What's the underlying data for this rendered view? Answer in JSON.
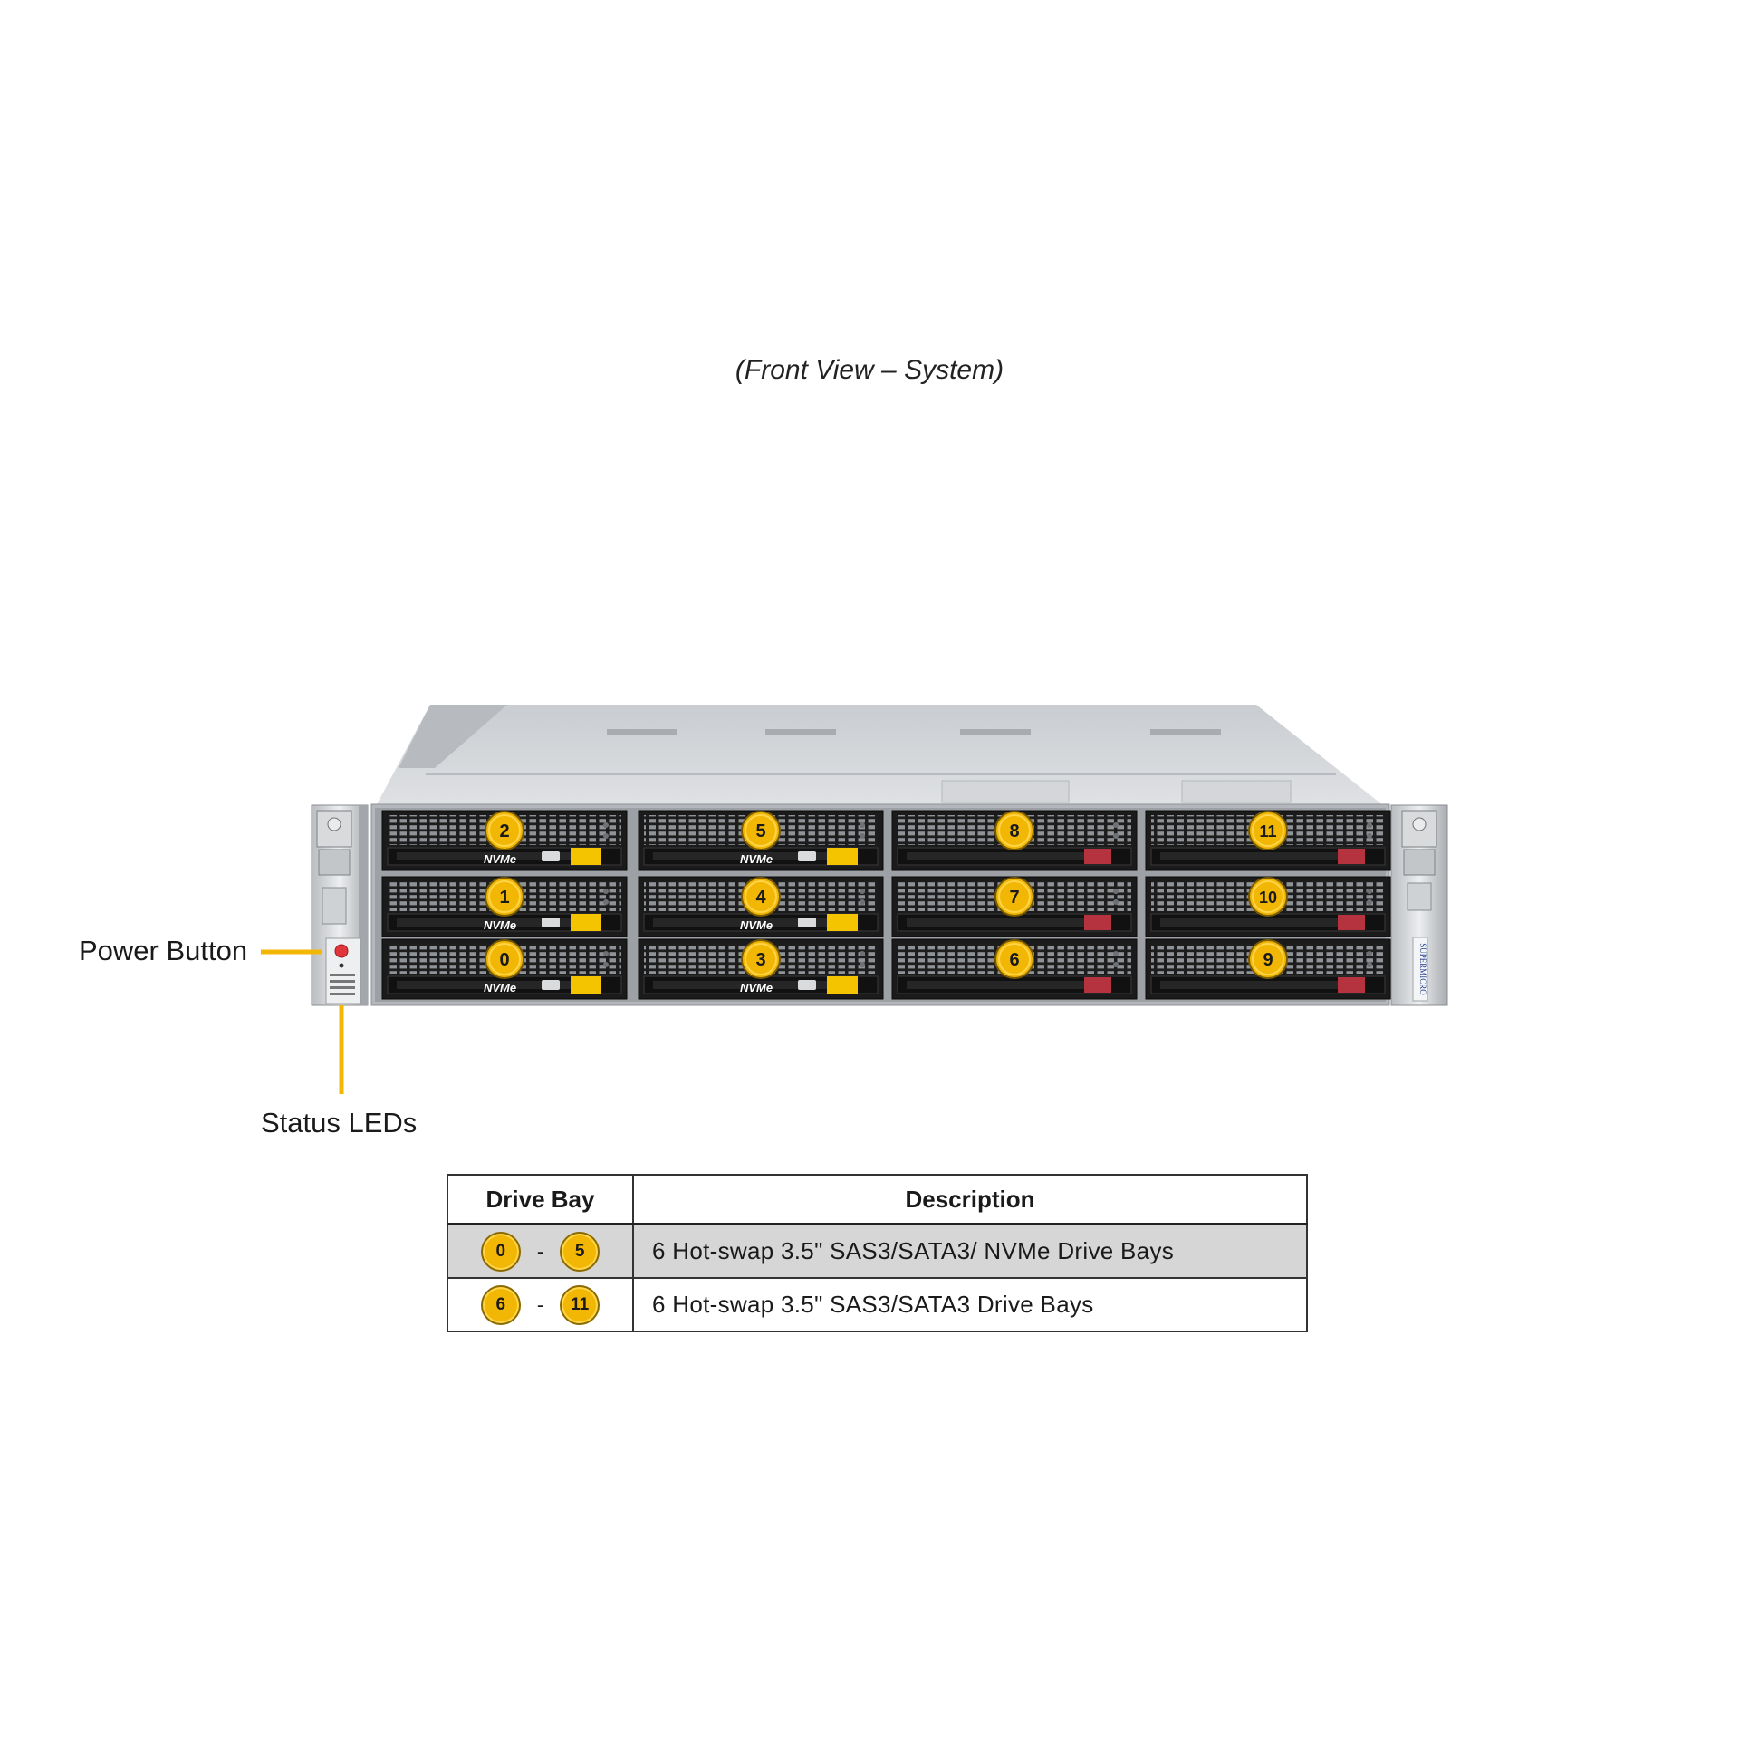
{
  "caption": "(Front View – System)",
  "callouts": {
    "power_button": "Power Button",
    "status_leds": "Status LEDs"
  },
  "bays": [
    {
      "number": "0",
      "nvme": true
    },
    {
      "number": "1",
      "nvme": true
    },
    {
      "number": "2",
      "nvme": true
    },
    {
      "number": "3",
      "nvme": true
    },
    {
      "number": "4",
      "nvme": true
    },
    {
      "number": "5",
      "nvme": true
    },
    {
      "number": "6",
      "nvme": false
    },
    {
      "number": "7",
      "nvme": false
    },
    {
      "number": "8",
      "nvme": false
    },
    {
      "number": "9",
      "nvme": false
    },
    {
      "number": "10",
      "nvme": false
    },
    {
      "number": "11",
      "nvme": false
    }
  ],
  "nvme_label": "NVMe",
  "brand_label": "SUPERMICRO",
  "legend": {
    "headers": [
      "Drive Bay",
      "Description"
    ],
    "rows": [
      {
        "from": "0",
        "to": "5",
        "separator": "-",
        "description": "6 Hot-swap  3.5\" SAS3/SATA3/ NVMe Drive  Bays"
      },
      {
        "from": "6",
        "to": "11",
        "separator": "-",
        "description": "6 Hot-swap  3.5\" SAS3/SATA3 Drive  Bays"
      }
    ]
  },
  "colors": {
    "badge": "#f2b705",
    "callout_line": "#f2b705",
    "nvme_tab": "#f5c400",
    "sas_tab": "#b5323f"
  }
}
